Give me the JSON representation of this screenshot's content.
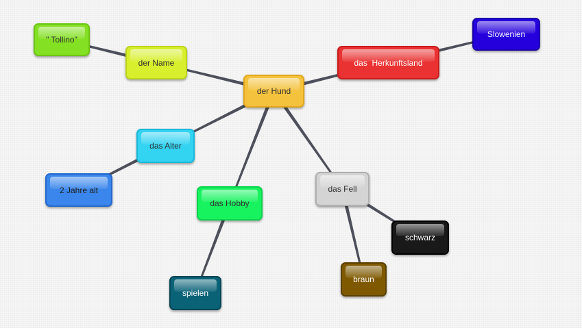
{
  "mindmap": {
    "nodes": [
      {
        "id": "hund",
        "label": "der Hund",
        "color": "#f4c23d"
      },
      {
        "id": "name",
        "label": "der Name",
        "color": "#d7ef2c"
      },
      {
        "id": "tollino",
        "label": "\" Tollino\"",
        "color": "#84e023"
      },
      {
        "id": "herkunft",
        "label": "das  Herkunftsland",
        "color": "#ea3232"
      },
      {
        "id": "slowenien",
        "label": "Slowenien",
        "color": "#2500dc"
      },
      {
        "id": "alter",
        "label": "das Alter",
        "color": "#33d3f2"
      },
      {
        "id": "2jahre",
        "label": "2 Jahre alt",
        "color": "#3a86ec"
      },
      {
        "id": "hobby",
        "label": "das Hobby",
        "color": "#17f35f"
      },
      {
        "id": "spielen",
        "label": "spielen",
        "color": "#0a6277"
      },
      {
        "id": "fell",
        "label": "das Fell",
        "color": "#d4d4d4"
      },
      {
        "id": "schwarz",
        "label": "schwarz",
        "color": "#191919"
      },
      {
        "id": "braun",
        "label": "braun",
        "color": "#7e5900"
      }
    ],
    "edges": [
      [
        "hund",
        "name"
      ],
      [
        "name",
        "tollino"
      ],
      [
        "hund",
        "herkunft"
      ],
      [
        "herkunft",
        "slowenien"
      ],
      [
        "hund",
        "alter"
      ],
      [
        "alter",
        "2jahre"
      ],
      [
        "hund",
        "hobby"
      ],
      [
        "hobby",
        "spielen"
      ],
      [
        "hund",
        "fell"
      ],
      [
        "fell",
        "schwarz"
      ],
      [
        "fell",
        "braun"
      ]
    ],
    "edge_color": "#4d505a"
  }
}
